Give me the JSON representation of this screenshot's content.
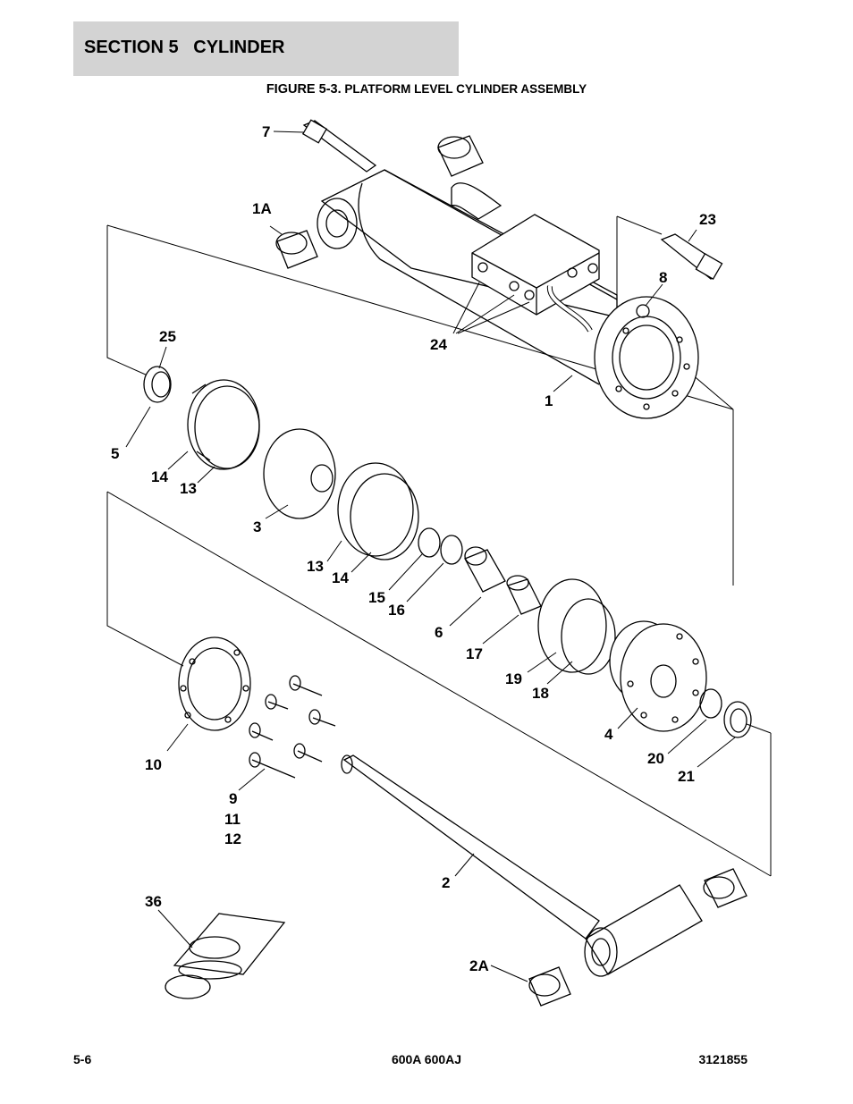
{
  "header": {
    "section": "SECTION 5   CYLINDER"
  },
  "figure": {
    "number": "FIGURE 5-3.",
    "title": "PLATFORM LEVEL CYLINDER ASSEMBLY"
  },
  "callouts": [
    "7",
    "1A",
    "23",
    "8",
    "24",
    "25",
    "1",
    "5",
    "14",
    "13",
    "3",
    "13",
    "14",
    "15",
    "16",
    "6",
    "17",
    "19",
    "18",
    "4",
    "10",
    "20",
    "21",
    "9",
    "11",
    "12",
    "2",
    "36",
    "2A"
  ],
  "footer": {
    "page": "5-6",
    "models": "600A 600AJ",
    "part_number": "3121855"
  }
}
